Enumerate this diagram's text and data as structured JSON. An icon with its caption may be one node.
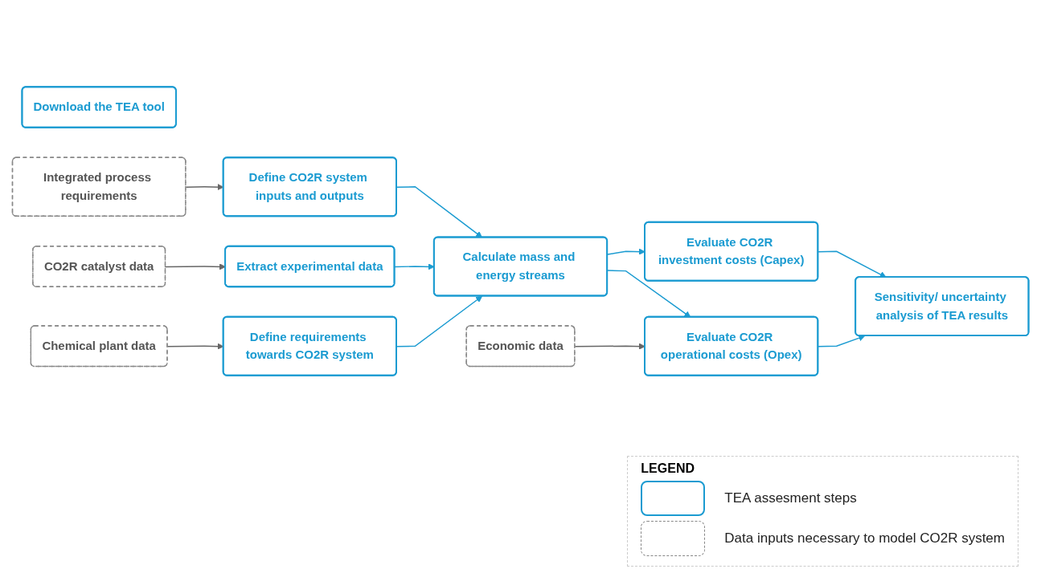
{
  "diagram": {
    "nodes": [
      {
        "text": [
          "Download the TEA tool"
        ]
      },
      {
        "text": [
          "Chemical plant data"
        ]
      },
      {
        "text": [
          "Define requirements towards CO2R system"
        ]
      },
      {
        "text": [
          "CO2R catalyst data"
        ]
      },
      {
        "text": [
          "Extract experimental data"
        ]
      },
      {
        "text": [
          "Integrated process requirements"
        ]
      },
      {
        "text": [
          "Define CO2R system inputs and outputs"
        ]
      },
      {
        "text": [
          "Calculate mass and energy streams"
        ]
      },
      {
        "text": [
          "Economic data"
        ]
      },
      {
        "text": [
          "Evaluate CO2R operational costs (Opex)"
        ]
      },
      {
        "text": [
          "Evaluate CO2R investment costs (Capex)"
        ]
      },
      {
        "text": [
          "Sensitivity/ uncertainty analysis of TEA results"
        ]
      }
    ],
    "edges": [
      {
        "from": 1,
        "to": 2,
        "arrow": "to",
        "color": "#666666"
      },
      {
        "from": 3,
        "to": 4,
        "arrow": "to",
        "color": "#666666"
      },
      {
        "from": 5,
        "to": 6,
        "arrow": "to",
        "color": "#666666"
      },
      {
        "from": 2,
        "to": 7,
        "arrow": "to"
      },
      {
        "from": 4,
        "to": 7,
        "arrow": "to"
      },
      {
        "from": 6,
        "to": 7,
        "arrow": "to"
      },
      {
        "from": 7,
        "to": 9,
        "arrow": "to"
      },
      {
        "from": 7,
        "to": 10,
        "arrow": "to"
      },
      {
        "from": 8,
        "to": 9,
        "arrow": "to",
        "color": "#666666"
      },
      {
        "from": 9,
        "to": 11,
        "arrow": "to"
      },
      {
        "from": 10,
        "to": 11,
        "arrow": "to"
      }
    ],
    "labels": [
      "LEGEND"
    ],
    "legend": [
      {
        "text": "TEA assesment steps"
      },
      {
        "text": "Data inputs necessary to model CO2R system"
      }
    ]
  }
}
